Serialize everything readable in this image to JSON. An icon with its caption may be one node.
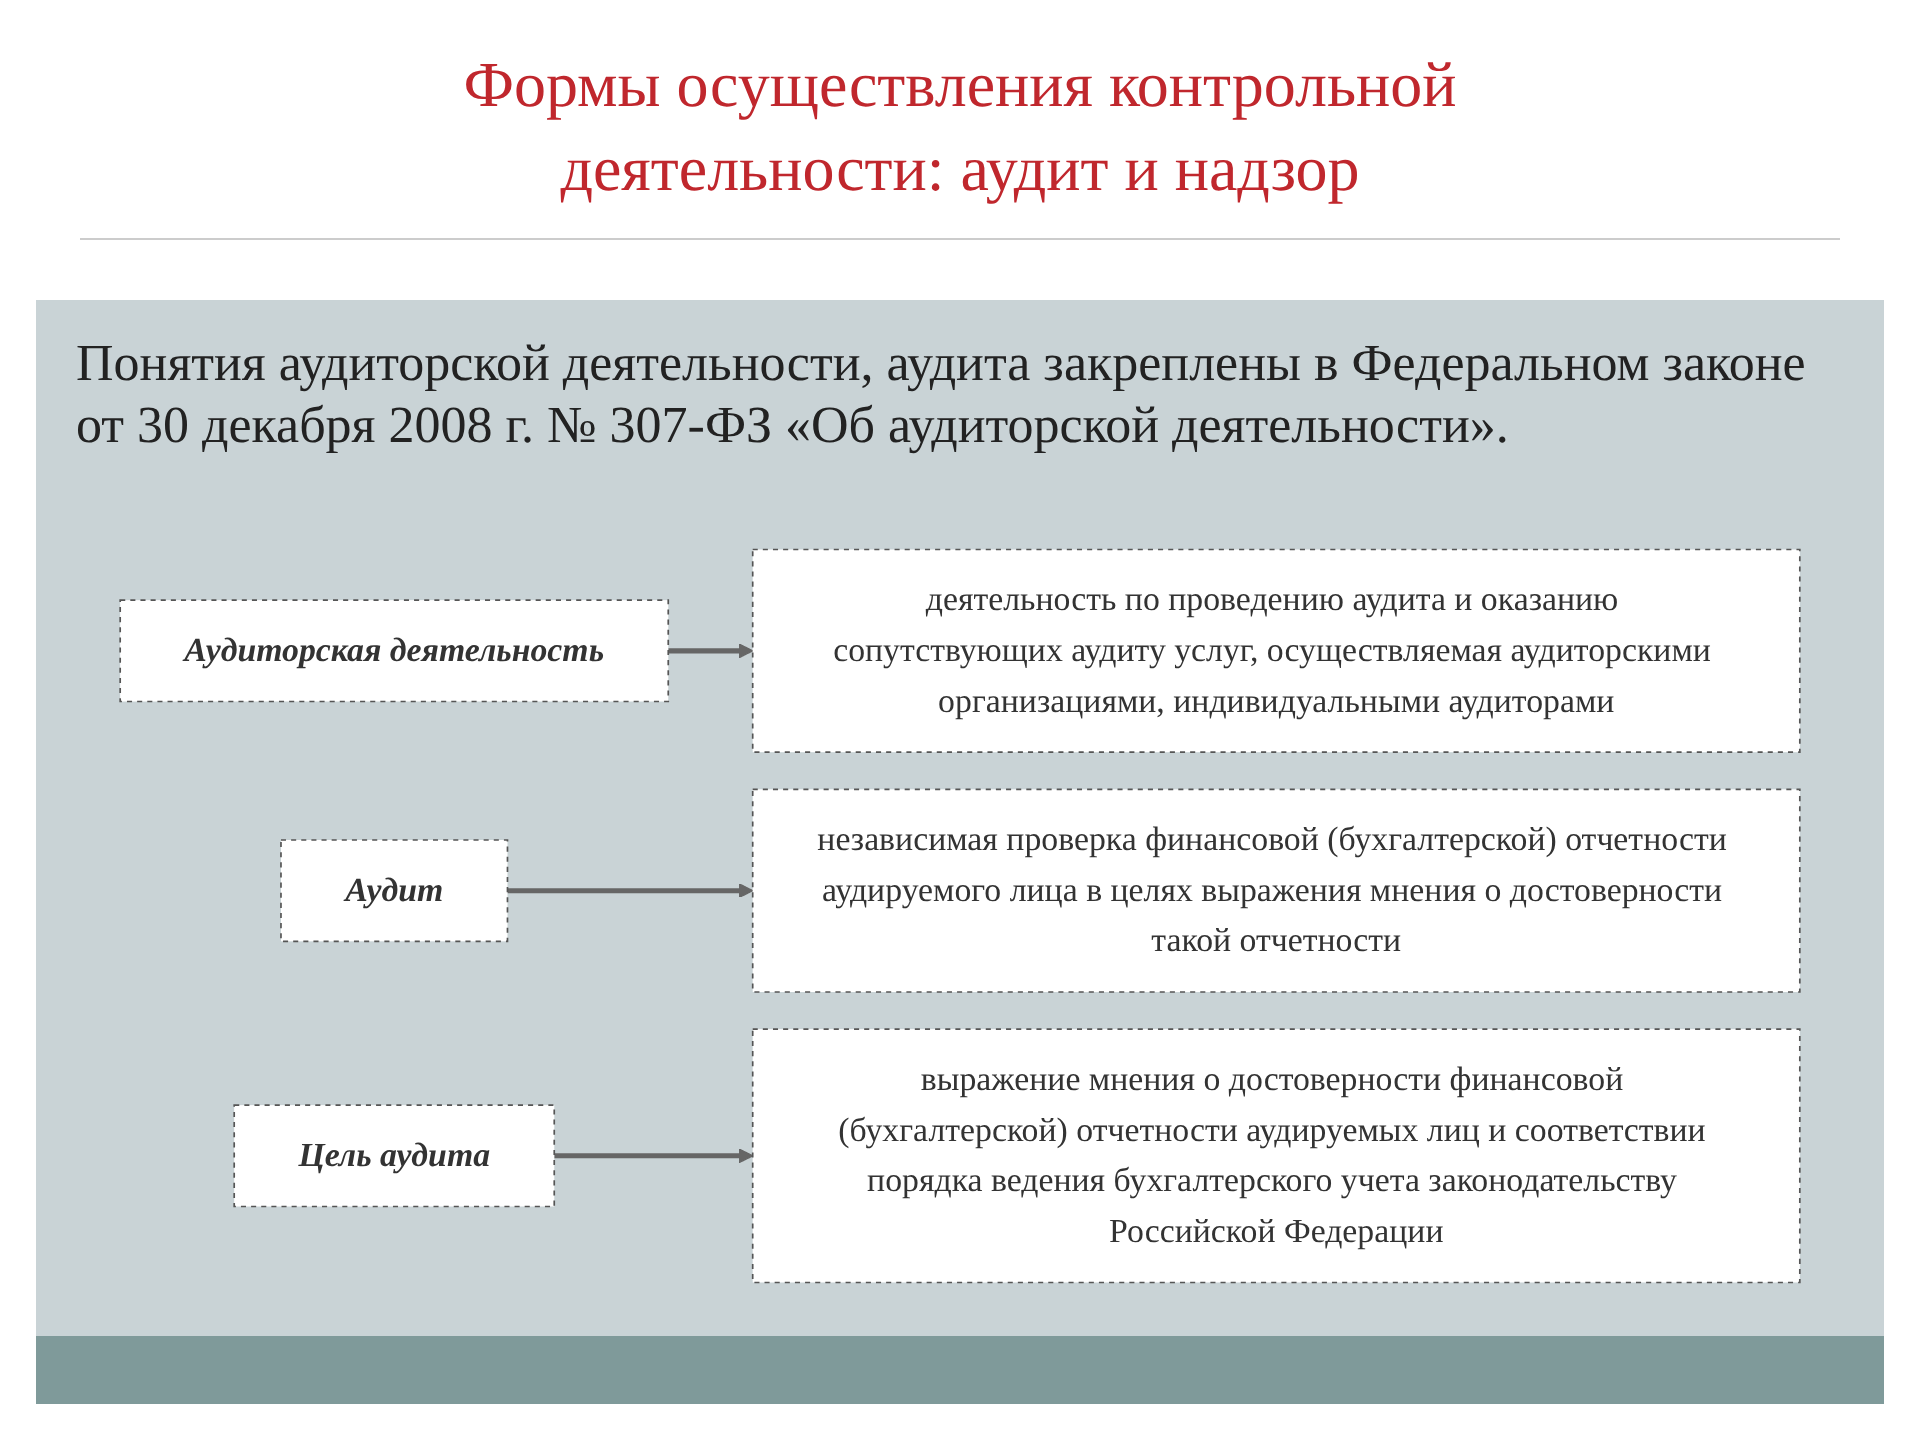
{
  "diagram": {
    "title": "Формы осуществления контрольной деятельности: аудит и надзор",
    "nodes": [
      {
        "text": [
          "Аудиторская деятельность"
        ]
      },
      {
        "text": [
          "деятельность по проведению аудита и оказанию сопутствующих аудиту услуг, осуществляемая аудиторскими организациями, индивидуальными аудиторами"
        ]
      },
      {
        "text": [
          "Аудит"
        ]
      },
      {
        "text": [
          "независимая проверка финансовой (бухгалтерской) отчетности аудируемого лица в целях выражения мнения о достоверности такой отчетности"
        ]
      },
      {
        "text": [
          "Цель аудита"
        ]
      },
      {
        "text": [
          "выражение мнения о достоверности финансовой (бухгалтерской) отчетности аудируемых лиц и соответствии порядка ведения бухгалтерского учета законодательству Российской Федерации"
        ]
      }
    ],
    "edges": [
      {
        "from": 0,
        "to": 1,
        "arrow": "to"
      },
      {
        "from": 2,
        "to": 3,
        "arrow": "to"
      },
      {
        "from": 4,
        "to": 5,
        "arrow": "to"
      }
    ],
    "labels": [
      "Понятия аудиторской деятельности, аудита закреплены в Федеральном законе от 30 декабря 2008 г. № 307-ФЗ «Об аудиторской деятельности»."
    ]
  }
}
